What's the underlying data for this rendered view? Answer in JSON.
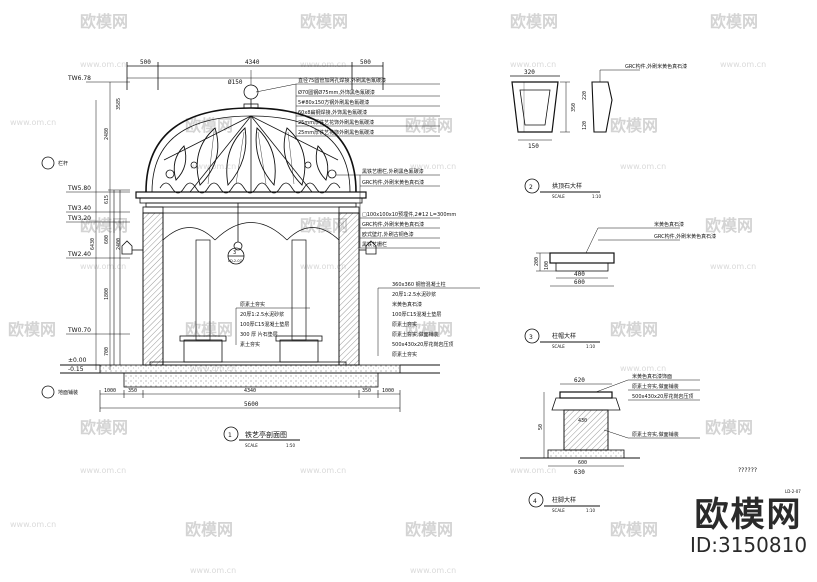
{
  "watermark": {
    "brand": "欧模网",
    "url": "www.om.cn"
  },
  "brand": {
    "logo_text": "欧模网",
    "id_text": "ID:3150810"
  },
  "sheet_code": "LD-2-07",
  "placeholder": "??????",
  "main_drawing": {
    "number": "1",
    "title": "铁艺亭剖面图",
    "scale_label": "SCALE",
    "scale": "1:50",
    "dims_top": [
      "500",
      "4340",
      "500"
    ],
    "ball_dim": "Ø150",
    "dims_bottom_upper": [
      "1000",
      "350",
      "4340",
      "350",
      "1000"
    ],
    "dims_bottom_total": "5600",
    "level_marks": [
      "TW6.78",
      "TW5.80",
      "TW3.40",
      "TW3.20",
      "TW2.40",
      "TW0.70",
      "±0.00",
      "-0.15"
    ],
    "left_labels": [
      "栏杆",
      "地面铺装"
    ],
    "left_dims": [
      "6430",
      "2480",
      "3585",
      "615",
      "600",
      "1800",
      "2400",
      "700"
    ],
    "dome_notes": [
      "直径75圆管加网孔焊接,外刷黑色氟碳漆",
      "Ø70圆钢Ø75mm,外饰黑色氟碳漆",
      "5#80x150方钢外刷黑色氟碳漆",
      "60x8扁钢焊接,外饰黑色氟碳漆",
      "25mm厚铁艺花饰外刷黑色氟碳漆",
      "25mm厚铁艺花饰外刷黑色氟碳漆"
    ],
    "mid_notes": [
      "黑铁艺栅栏,外刷黑色氟碳漆",
      "GRC构件,外刷米黄色真石漆",
      "□100x100x10预埋件,2#12 L=300mm",
      "GRC构件,外刷米黄色真石漆",
      "欧式壁灯,外刷古铜色漆",
      "黑铁艺栅栏"
    ],
    "base_notes_right": [
      "360x360 钢管混凝土柱",
      "20厚1:2.5水泥砂浆",
      "米黄色真石漆",
      "100厚C15混凝土垫层",
      "原素土夯实",
      "原素土夯实,做面铺装",
      "500x430x20厚花岗岩压顶",
      "原素土夯实"
    ],
    "base_notes_mid": [
      "原素土夯实",
      "20厚1:2.5水泥砂浆",
      "100厚C15混凝土垫层",
      "300 厚 片石垫层",
      "素土夯实"
    ],
    "center_callout": [
      "3",
      "LD-2-07"
    ]
  },
  "detail_2": {
    "number": "2",
    "title": "拱顶石大样",
    "scale_label": "SCALE",
    "scale": "1:10",
    "dims": [
      "320",
      "150",
      "350",
      "220",
      "120"
    ],
    "note": "GRC构件,外刷米黄色真石漆"
  },
  "detail_3": {
    "number": "3",
    "title": "柱帽大样",
    "scale_label": "SCALE",
    "scale": "1:10",
    "dims": [
      "400",
      "600",
      "200",
      "100"
    ],
    "notes": [
      "米黄色真石漆",
      "GRC构件,外刷米黄色真石漆"
    ]
  },
  "detail_4": {
    "number": "4",
    "title": "柱脚大样",
    "scale_label": "SCALE",
    "scale": "1:10",
    "dims": [
      "620",
      "430",
      "600",
      "630",
      "50"
    ],
    "notes": [
      "米黄色真石漆饰面",
      "原素土夯实,做面铺装",
      "500x430x20厚花岗岩压顶",
      "原素土夯实,做面铺装"
    ]
  }
}
